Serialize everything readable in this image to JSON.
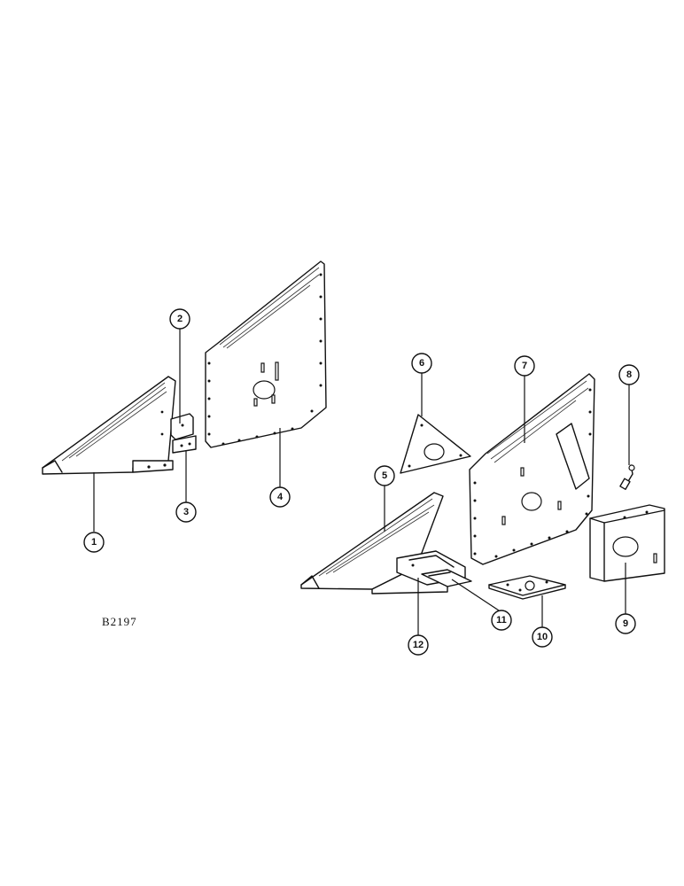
{
  "drawing_code": "B2197",
  "callouts": [
    {
      "id": "callout-1",
      "label": "1"
    },
    {
      "id": "callout-2",
      "label": "2"
    },
    {
      "id": "callout-3",
      "label": "3"
    },
    {
      "id": "callout-4",
      "label": "4"
    },
    {
      "id": "callout-5",
      "label": "5"
    },
    {
      "id": "callout-6",
      "label": "6"
    },
    {
      "id": "callout-7",
      "label": "7"
    },
    {
      "id": "callout-8",
      "label": "8"
    },
    {
      "id": "callout-9",
      "label": "9"
    },
    {
      "id": "callout-10",
      "label": "10"
    },
    {
      "id": "callout-11",
      "label": "11"
    },
    {
      "id": "callout-12",
      "label": "12"
    }
  ]
}
